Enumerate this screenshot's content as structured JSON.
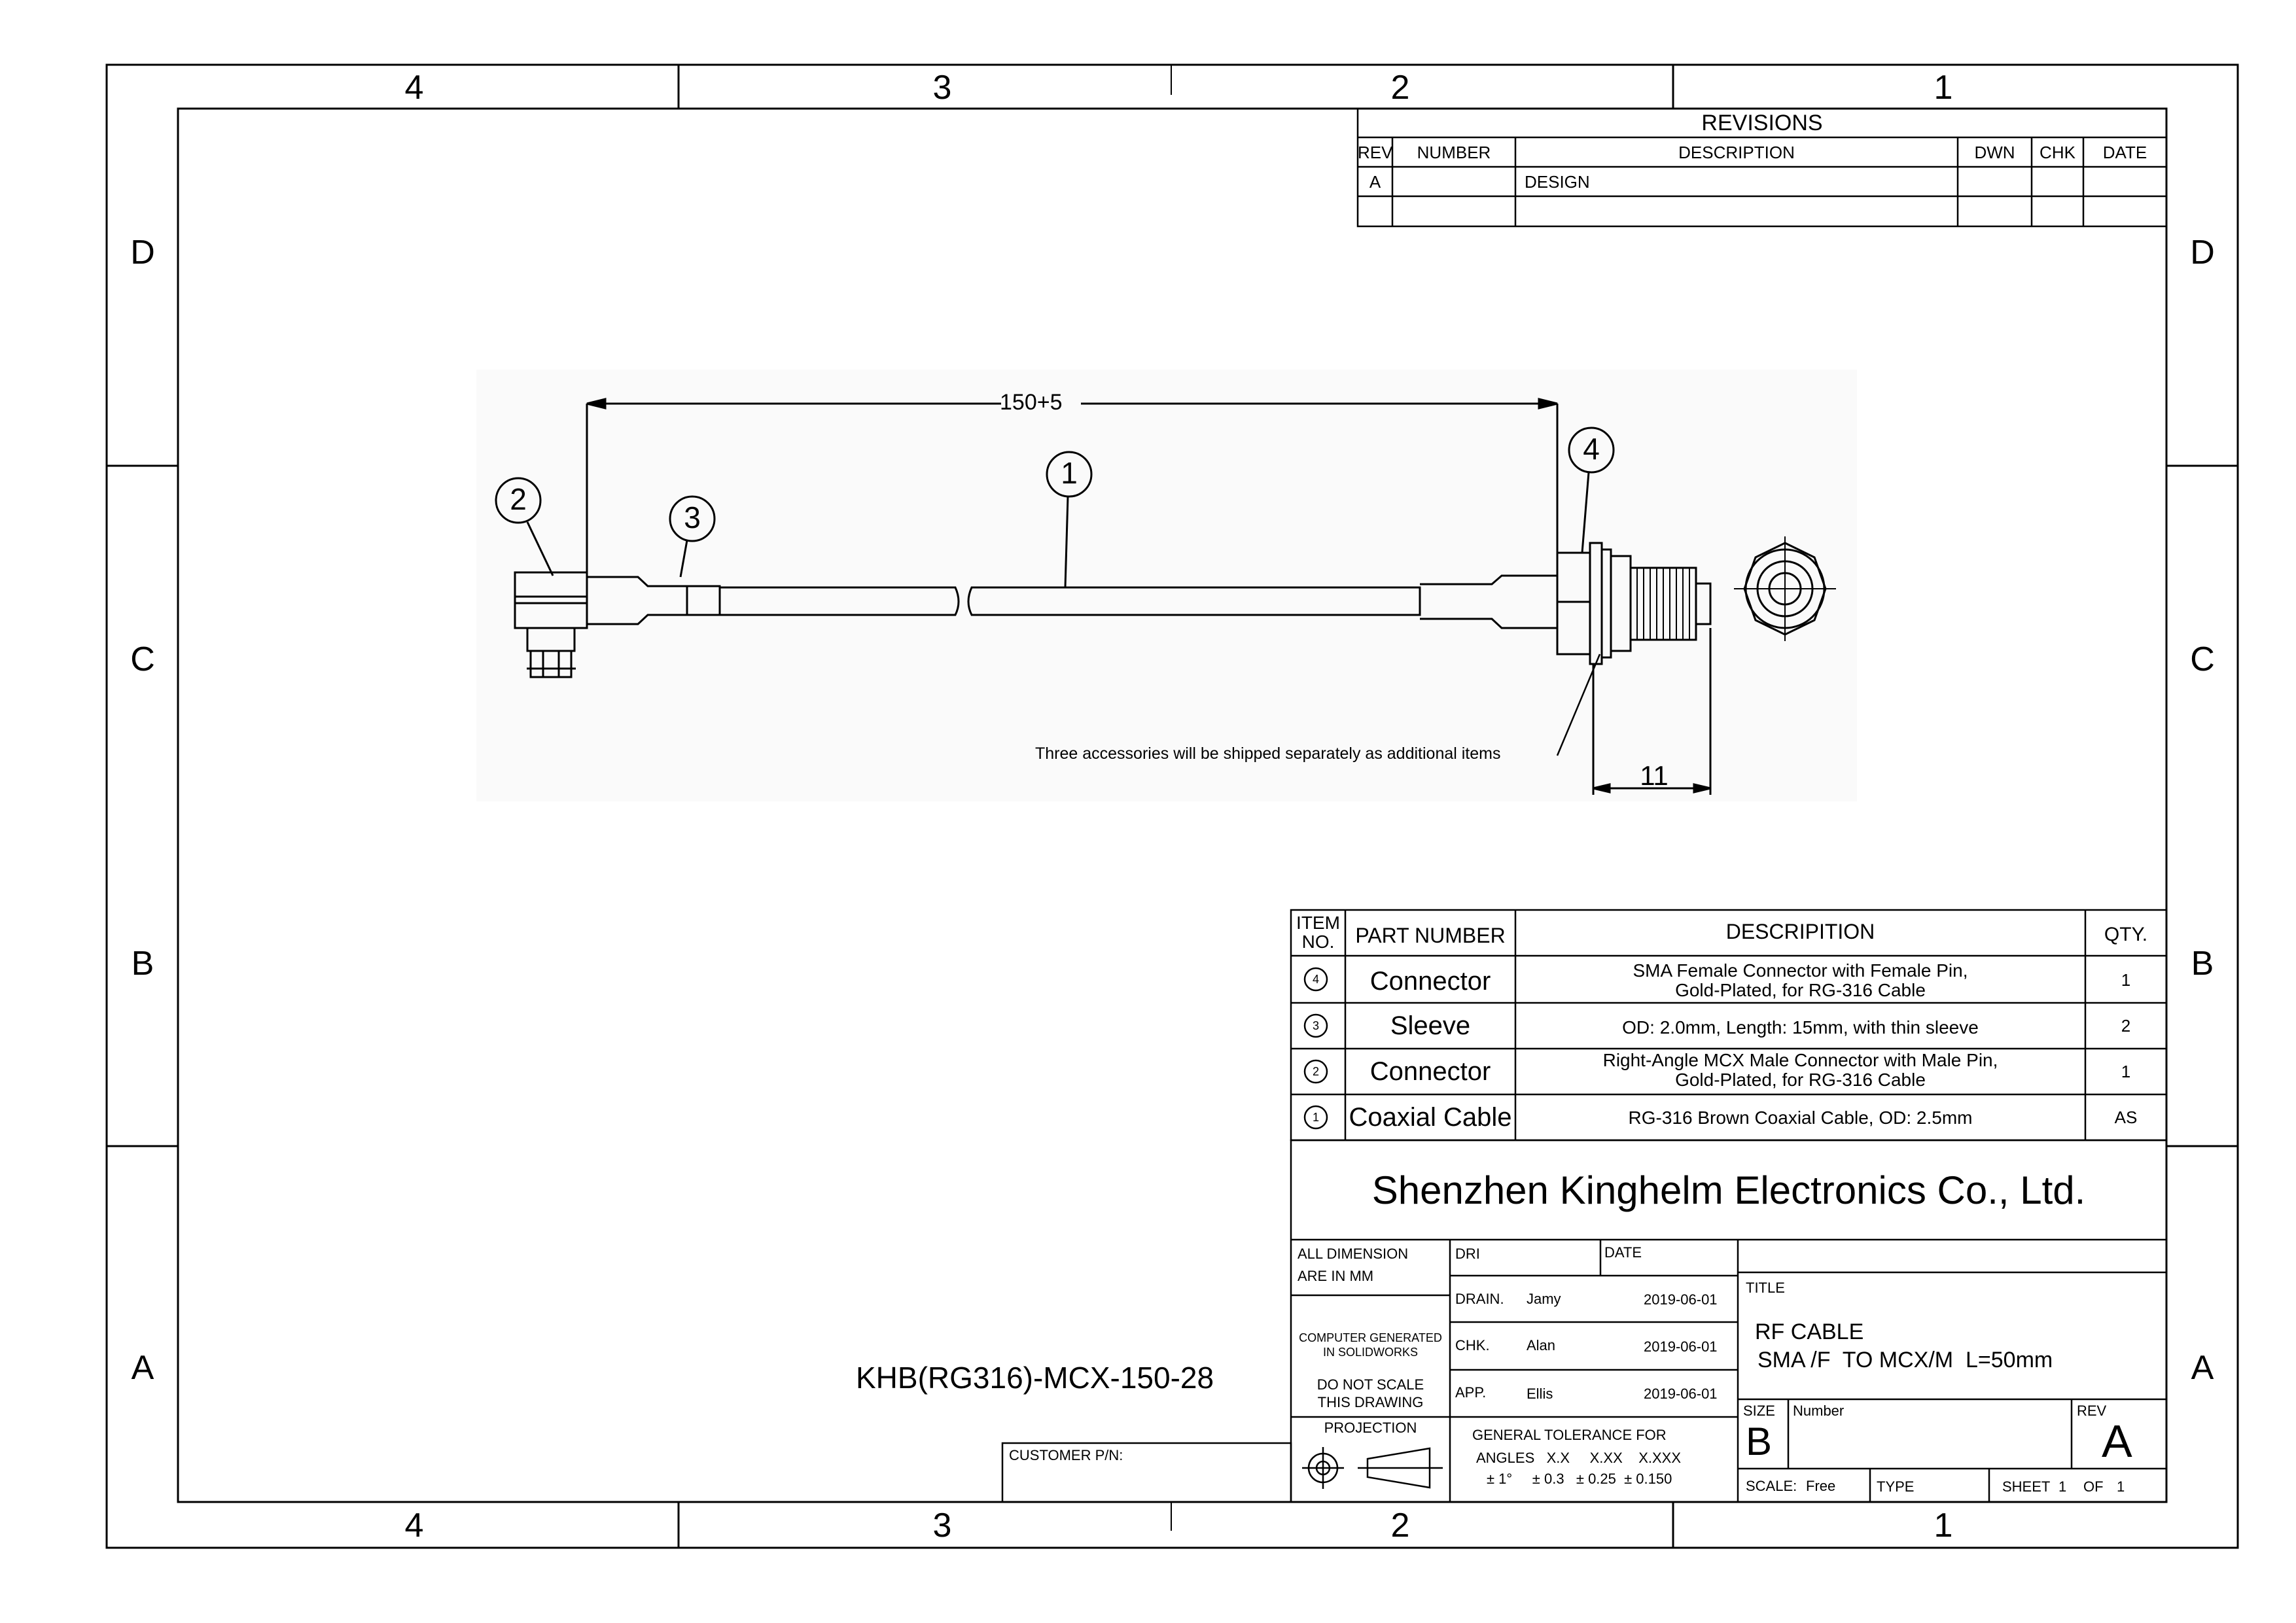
{
  "zones": {
    "top": [
      "4",
      "3",
      "2",
      "1"
    ],
    "bottom": [
      "4",
      "3",
      "2",
      "1"
    ],
    "left": [
      "D",
      "C",
      "B",
      "A"
    ],
    "right": [
      "D",
      "C",
      "B",
      "A"
    ]
  },
  "revisions": {
    "title": "REVISIONS",
    "headers": [
      "REV",
      "NUMBER",
      "DESCRIPTION",
      "DWN",
      "CHK",
      "DATE"
    ],
    "rows": [
      {
        "rev": "A",
        "number": "",
        "description": "DESIGN",
        "dwn": "",
        "chk": "",
        "date": ""
      }
    ]
  },
  "drawing": {
    "dimension_length": "150+5",
    "dimension_thread": "11",
    "callouts": [
      "1",
      "2",
      "3",
      "4"
    ],
    "note": "Three accessories will be shipped separately as additional items"
  },
  "bom": {
    "headers": {
      "item_line1": "ITEM",
      "item_line2": "NO.",
      "part_number": "PART NUMBER",
      "description": "DESCRIPITION",
      "qty": "QTY."
    },
    "rows": [
      {
        "item": "4",
        "part": "Connector",
        "desc_line1": "SMA Female Connector with Female Pin,",
        "desc_line2": "Gold-Plated, for RG-316 Cable",
        "qty": "1"
      },
      {
        "item": "3",
        "part": "Sleeve",
        "desc_line1": "OD: 2.0mm, Length: 15mm, with thin sleeve",
        "desc_line2": "",
        "qty": "2"
      },
      {
        "item": "2",
        "part": "Connector",
        "desc_line1": "Right-Angle MCX Male Connector with Male Pin,",
        "desc_line2": "Gold-Plated, for RG-316 Cable",
        "qty": "1"
      },
      {
        "item": "1",
        "part": "Coaxial Cable",
        "desc_line1": "RG-316 Brown Coaxial Cable, OD: 2.5mm",
        "desc_line2": "",
        "qty": "AS"
      }
    ]
  },
  "company": "Shenzhen Kinghelm Electronics Co., Ltd.",
  "part_code": "KHB(RG316)-MCX-150-28",
  "customer_pn_label": "CUSTOMER P/N:",
  "title_block": {
    "all_dimension_line1": "ALL DIMENSION",
    "all_dimension_line2": "ARE IN MM",
    "dri_label": "DRI",
    "date_label": "DATE",
    "drawn_label": "DRAIN.",
    "drawn_name": "Jamy",
    "drawn_date": "2019-06-01",
    "chk_label": "CHK.",
    "chk_name": "Alan",
    "chk_date": "2019-06-01",
    "app_label": "APP.",
    "app_name": "Ellis",
    "app_date": "2019-06-01",
    "computer_generated_line1": "COMPUTER GENERATED",
    "computer_generated_line2": "IN SOLIDWORKS",
    "do_not_scale_line1": "DO NOT SCALE",
    "do_not_scale_line2": "THIS DRAWING",
    "projection_label": "PROJECTION",
    "tolerance_title": "GENERAL TOLERANCE FOR",
    "tolerance_headers": "ANGLES   X.X     X.XX    X.XXX",
    "tolerance_values": "± 1°     ± 0.3   ± 0.25  ± 0.150",
    "title_label": "TITLE",
    "title_line1": "RF CABLE",
    "title_line2": "SMA /F  TO MCX/M  L=50mm",
    "size_label": "SIZE",
    "size_value": "B",
    "number_label": "Number",
    "rev_label": "REV",
    "rev_value": "A",
    "scale_label": "SCALE:",
    "scale_value": "Free",
    "type_label": "TYPE",
    "sheet_label": "SHEET",
    "sheet_value": "1",
    "of_label": "OF",
    "of_value": "1"
  }
}
